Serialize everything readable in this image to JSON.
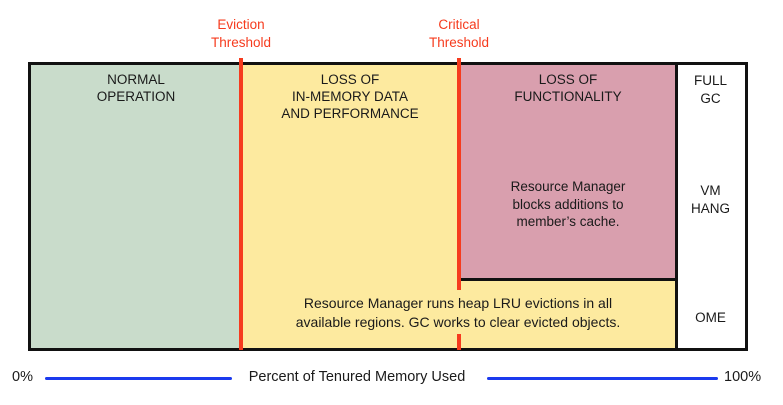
{
  "colors": {
    "normal": "#c9dccb",
    "eviction": "#fdea9f",
    "critical": "#d99fae",
    "threshold_line": "#f63b1e",
    "axis_line": "#1b3aee"
  },
  "thresholds": {
    "eviction_label": "Eviction\nThreshold",
    "critical_label": "Critical\nThreshold"
  },
  "zones": {
    "normal": {
      "title": "NORMAL\nOPERATION"
    },
    "eviction": {
      "title": "LOSS OF\nIN-MEMORY DATA\nAND PERFORMANCE",
      "action": "Resource Manager runs heap LRU evictions in all\navailable regions. GC works to clear evicted objects."
    },
    "critical": {
      "title": "LOSS OF\nFUNCTIONALITY",
      "action": "Resource Manager\nblocks additions to\nmember’s cache."
    }
  },
  "outcomes": {
    "full_gc": "FULL\nGC",
    "vm_hang": "VM\nHANG",
    "ome": "OME"
  },
  "axis": {
    "min_label": "0%",
    "title": "Percent of Tenured Memory Used",
    "max_label": "100%"
  }
}
